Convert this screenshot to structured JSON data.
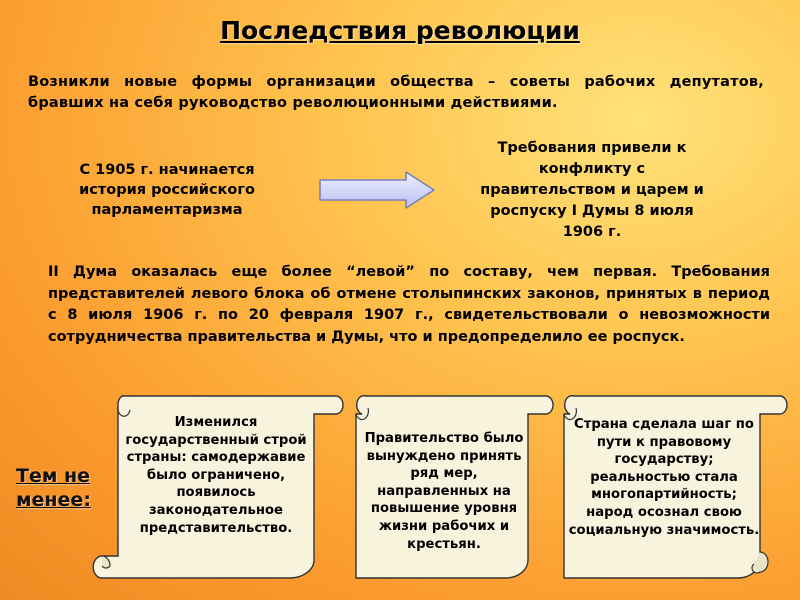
{
  "title": "Последствия революции",
  "intro": "Возникли новые формы организации общества – советы рабочих депутатов, бравших на себя руководство революционными действиями.",
  "left_block": "С 1905 г. начинается история российского парламентаризма",
  "right_block": "Требования привели к конфликту с правительством и царем и роспуску I Думы 8 июля 1906 г.",
  "duma_paragraph": "II Дума оказалась еще более “левой” по составу, чем первая. Требования представителей левого блока об отмене столыпинских законов, принятых в период с 8 июля 1906 г. по 20 февраля 1907 г., свидетельствовали о невозможности сотрудничества правительства и Думы, что и предопределило ее роспуск.",
  "nevertheless_label": "Тем не менее:",
  "scrolls": [
    {
      "text": "Изменился государственный строй страны: самодержавие было ограничено, появилось законодательное представительство."
    },
    {
      "text": "Правительство было вынуждено принять ряд мер, направленных на повышение уровня жизни рабочих и крестьян."
    },
    {
      "text": "Страна сделала шаг по пути к правовому государству; реальностью стала многопартийность; народ осознал свою социальную значимость."
    }
  ],
  "colors": {
    "background_light": "#ffe27a",
    "background_dark": "#f08a22",
    "scroll_fill": "#f7f3dd",
    "arrow_fill": "#cfd3f5",
    "arrow_stroke": "#7a7fc0"
  }
}
